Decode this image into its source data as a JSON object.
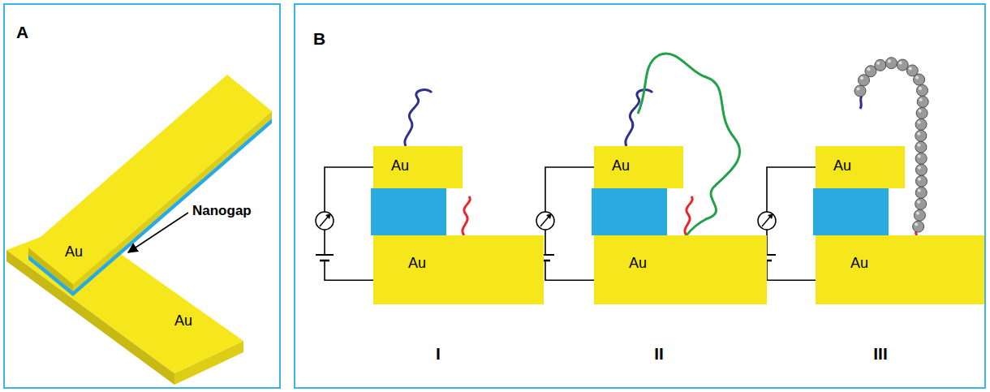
{
  "diagram": {
    "nodes": [
      {
        "text": [
          "A"
        ]
      },
      {
        "text": [
          "B"
        ]
      },
      {
        "text": [
          "Au"
        ],
        "in": 1
      },
      {
        "text": [
          "Au"
        ],
        "in": 1
      },
      {
        "text": [
          "Au"
        ],
        "in": 1
      },
      {
        "text": [
          "Au"
        ],
        "in": 1
      },
      {
        "text": [
          "Au"
        ],
        "in": 1
      },
      {
        "text": [
          "Au"
        ],
        "in": 1
      }
    ],
    "edges": [
      {
        "from": 2,
        "to": 3,
        "arrow": "none"
      },
      {
        "from": 4,
        "to": 5,
        "arrow": "none"
      },
      {
        "from": 6,
        "to": 7,
        "arrow": "none"
      }
    ],
    "labels": [
      "Au",
      "Nanogap",
      "Au",
      "I",
      "II",
      "III"
    ]
  }
}
